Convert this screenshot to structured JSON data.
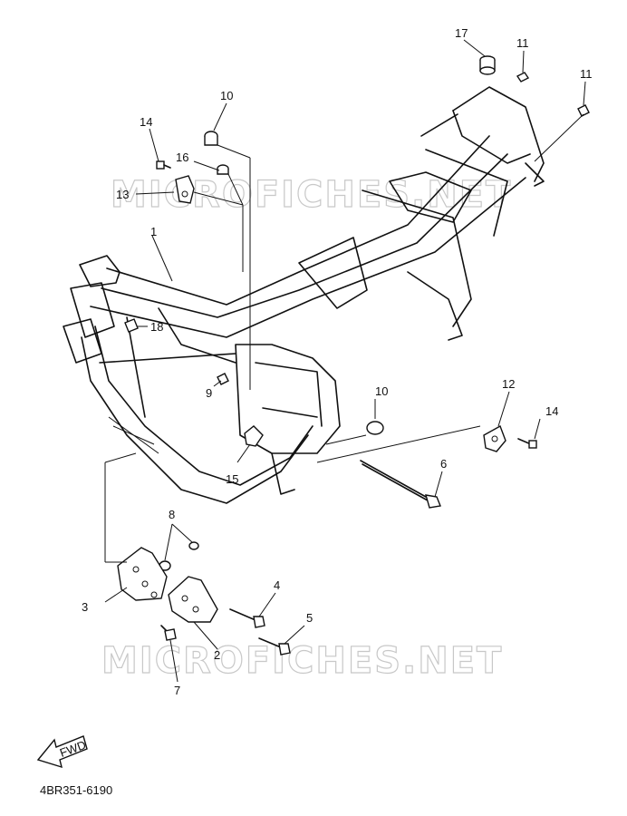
{
  "diagram": {
    "figure_code": "4BR351-6190",
    "watermark": "MICROFICHES.NET",
    "fwd_label": "FWD",
    "callouts": [
      "1",
      "2",
      "3",
      "4",
      "5",
      "6",
      "7",
      "8",
      "9",
      "10",
      "10",
      "11",
      "11",
      "12",
      "13",
      "14",
      "14",
      "15",
      "16",
      "17",
      "18"
    ]
  }
}
